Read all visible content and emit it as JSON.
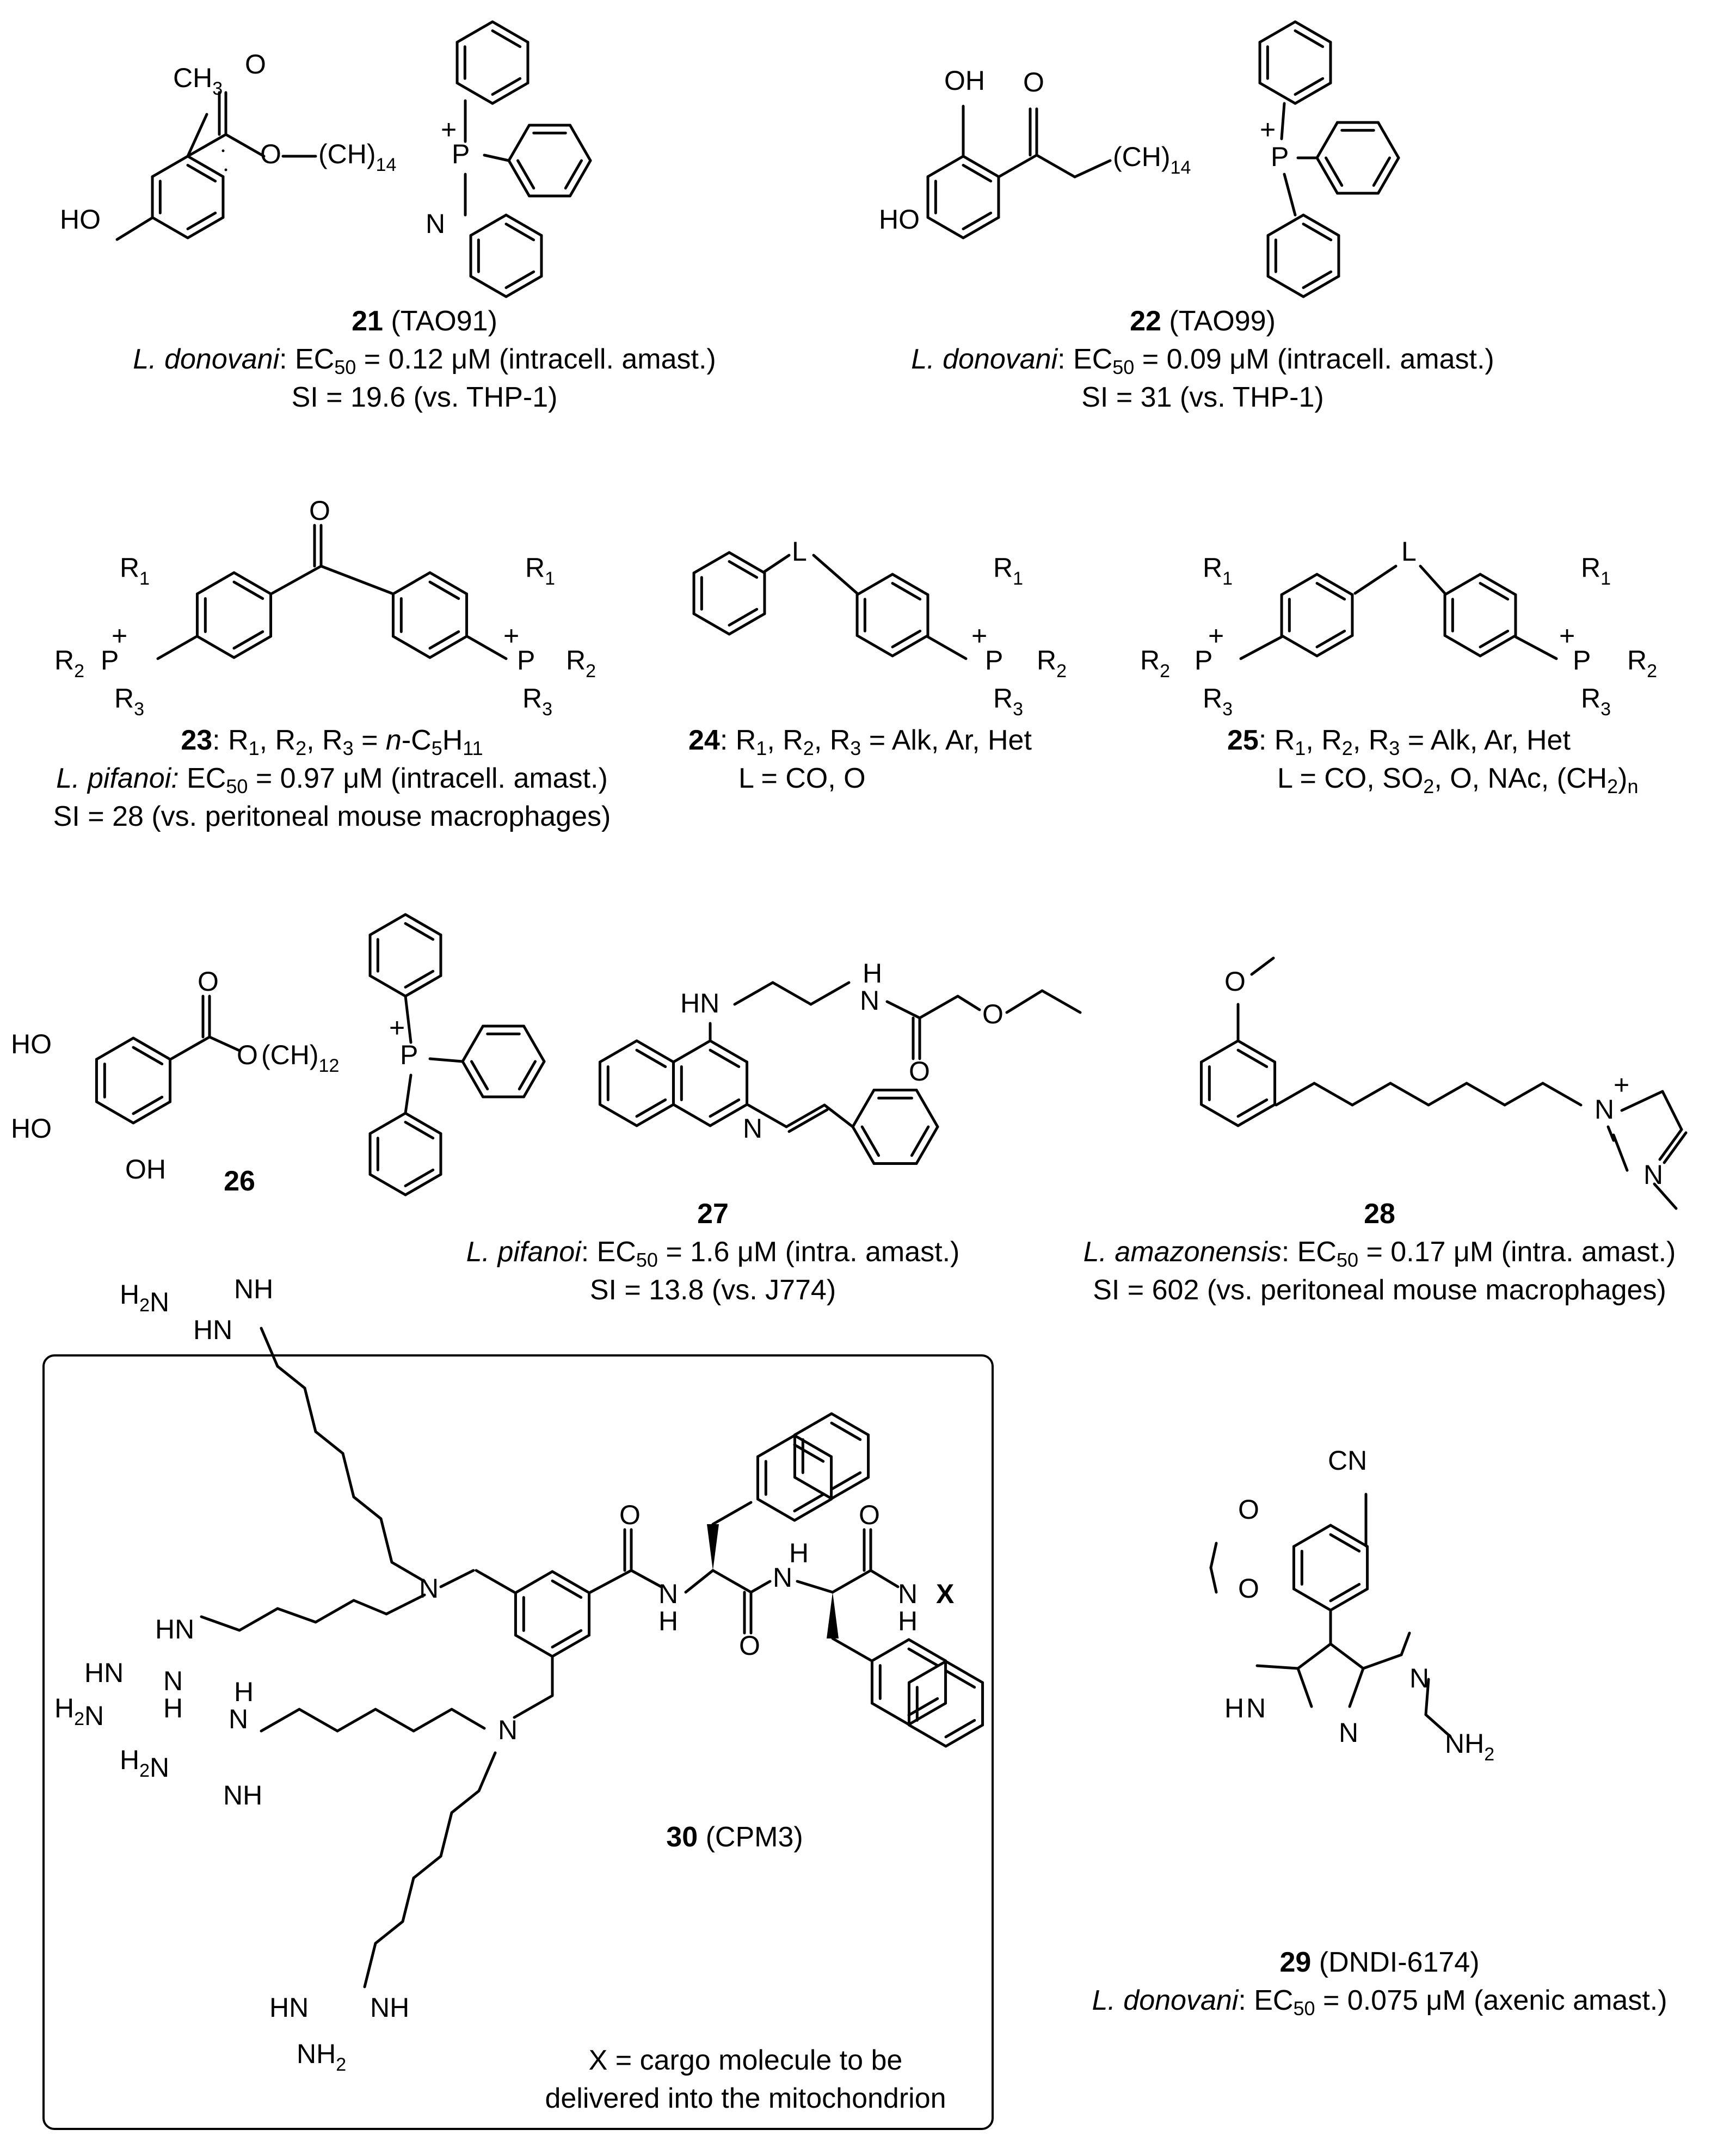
{
  "compounds": [
    {
      "id": "21",
      "name": "(TAO91)",
      "organism": "L. donovani",
      "assay": ": EC",
      "sub": "50",
      "value": " = 0.12 μM (intracell. amast.)",
      "si": "SI = 19.6 (vs. THP-1)"
    },
    {
      "id": "22",
      "name": "(TAO99)",
      "organism": "L. donovani",
      "assay": ": EC",
      "sub": "50",
      "value": " = 0.09 μM (intracell. amast.)",
      "si": "SI = 31 (vs. THP-1)"
    },
    {
      "id": "23",
      "r_text": ": R",
      "r_rest": ", R",
      "r_rest2": ", R",
      "r_eq": " = ",
      "r_n": "n",
      "r_c": "-C",
      "r_c_sub": "5",
      "r_h": "H",
      "r_h_sub": "11",
      "organism": "L. pifanoi:",
      "assay": " EC",
      "sub": "50",
      "value": " = 0.97 μM (intracell. amast.)",
      "si": "SI = 28 (vs. peritoneal mouse macrophages)"
    },
    {
      "id": "24",
      "r_line": " = Alk, Ar, Het",
      "l_line": "L = CO, O"
    },
    {
      "id": "25",
      "r_line": " = Alk, Ar, Het",
      "l_line_a": "L = CO, SO",
      "l_line_b": ", O, NAc, (CH",
      "l_line_c": ")"
    },
    {
      "id": "26"
    },
    {
      "id": "27",
      "organism": "L. pifanoi",
      "assay": ": EC",
      "sub": "50",
      "value": " = 1.6 μM (intra. amast.)",
      "si": "SI = 13.8 (vs. J774)"
    },
    {
      "id": "28",
      "organism": "L. amazonensis",
      "assay": ": EC",
      "sub": "50",
      "value": " = 0.17 μM (intra. amast.)",
      "si": "SI = 602 (vs. peritoneal mouse macrophages)"
    },
    {
      "id": "29",
      "name": "(DNDI-6174)",
      "organism": "L. donovani",
      "assay": ": EC",
      "sub": "50",
      "value": " = 0.075 μM (axenic amast.)"
    },
    {
      "id": "30",
      "name": "(CPM3)",
      "note_line1": "X = cargo molecule to be",
      "note_line2": "delivered into the mitochondrion"
    }
  ],
  "atom_labels": {
    "ch3": "CH",
    "ho": "HO",
    "oh": "OH",
    "o": "O",
    "n": "N",
    "p": "P",
    "plus": "+",
    "ch2": "(CH",
    "sub14": "14",
    "sub12": "12",
    "r1": "R",
    "r2": "R",
    "r3": "R",
    "l": "L",
    "hn": "HN",
    "h": "H",
    "x": "X",
    "h2n": "H",
    "nh": "NH",
    "nh2": "NH",
    "cn": "CN"
  }
}
